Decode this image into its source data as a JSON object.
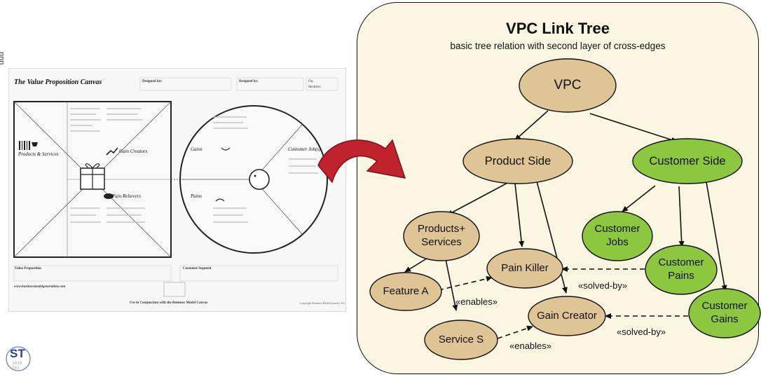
{
  "side_text": "nnn",
  "canvas": {
    "title": "The Value Proposition Canvas",
    "designed_for": "Designed for:",
    "designed_by": "Designed by:",
    "on": "On:",
    "iteration": "Iteration:",
    "products_services": "Products & Services",
    "gain_creators": "Gain Creators",
    "pain_relievers": "Pain Relievers",
    "gains": "Gains",
    "pains": "Pains",
    "customer_jobs": "Customer Job(s)",
    "value_proposition": "Value Proposition",
    "customer_segment": "Customer Segment",
    "website": "www.businessmodelgeneration.com",
    "footer": "Use in Conjunction with the Business Model Canvas",
    "copyright": "Copyright Business Model Foundry AG"
  },
  "tree": {
    "title": "VPC Link Tree",
    "subtitle": "basic tree relation with second layer of cross-edges",
    "nodes": {
      "vpc": "VPC",
      "product_side": "Product Side",
      "customer_side": "Customer Side",
      "products_services": [
        "Products+",
        "Services"
      ],
      "pain_killer": "Pain Killer",
      "customer_jobs": [
        "Customer",
        "Jobs"
      ],
      "customer_pains": [
        "Customer",
        "Pains"
      ],
      "feature_a": "Feature A",
      "gain_creator": "Gain Creator",
      "customer_gains": [
        "Customer",
        "Gains"
      ],
      "service_s": "Service S"
    },
    "edge_labels": {
      "solved_by_1": "«solved-by»",
      "solved_by_2": "«solved-by»",
      "enables_1": "«enables»",
      "enables_2": "«enables»"
    },
    "colors": {
      "product": "#dfc495",
      "customer": "#8dc63f",
      "panel": "#fbf6e2",
      "arrow": "#c0232d"
    }
  },
  "logo_text": "ST"
}
